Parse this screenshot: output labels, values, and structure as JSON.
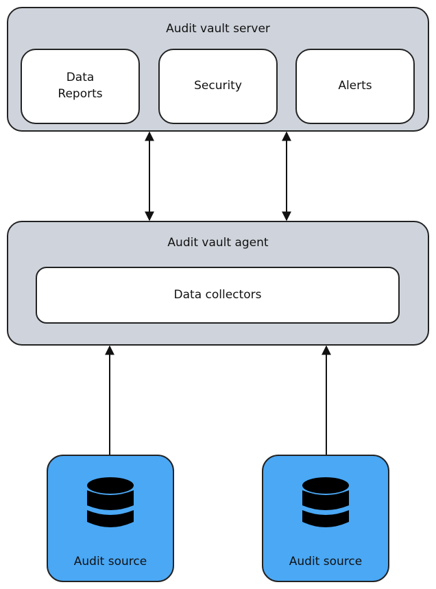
{
  "server": {
    "title": "Audit vault server",
    "components": {
      "data_reports": [
        "Data",
        "Reports"
      ],
      "security": "Security",
      "alerts": "Alerts"
    }
  },
  "agent": {
    "title": "Audit vault agent",
    "collectors": "Data collectors"
  },
  "sources": [
    {
      "label": "Audit source",
      "icon": "database-icon"
    },
    {
      "label": "Audit source",
      "icon": "database-icon"
    }
  ],
  "colors": {
    "group_fill": "#cfd4dc",
    "box_fill": "#ffffff",
    "source_fill": "#4aa8f5",
    "stroke": "#222222"
  }
}
